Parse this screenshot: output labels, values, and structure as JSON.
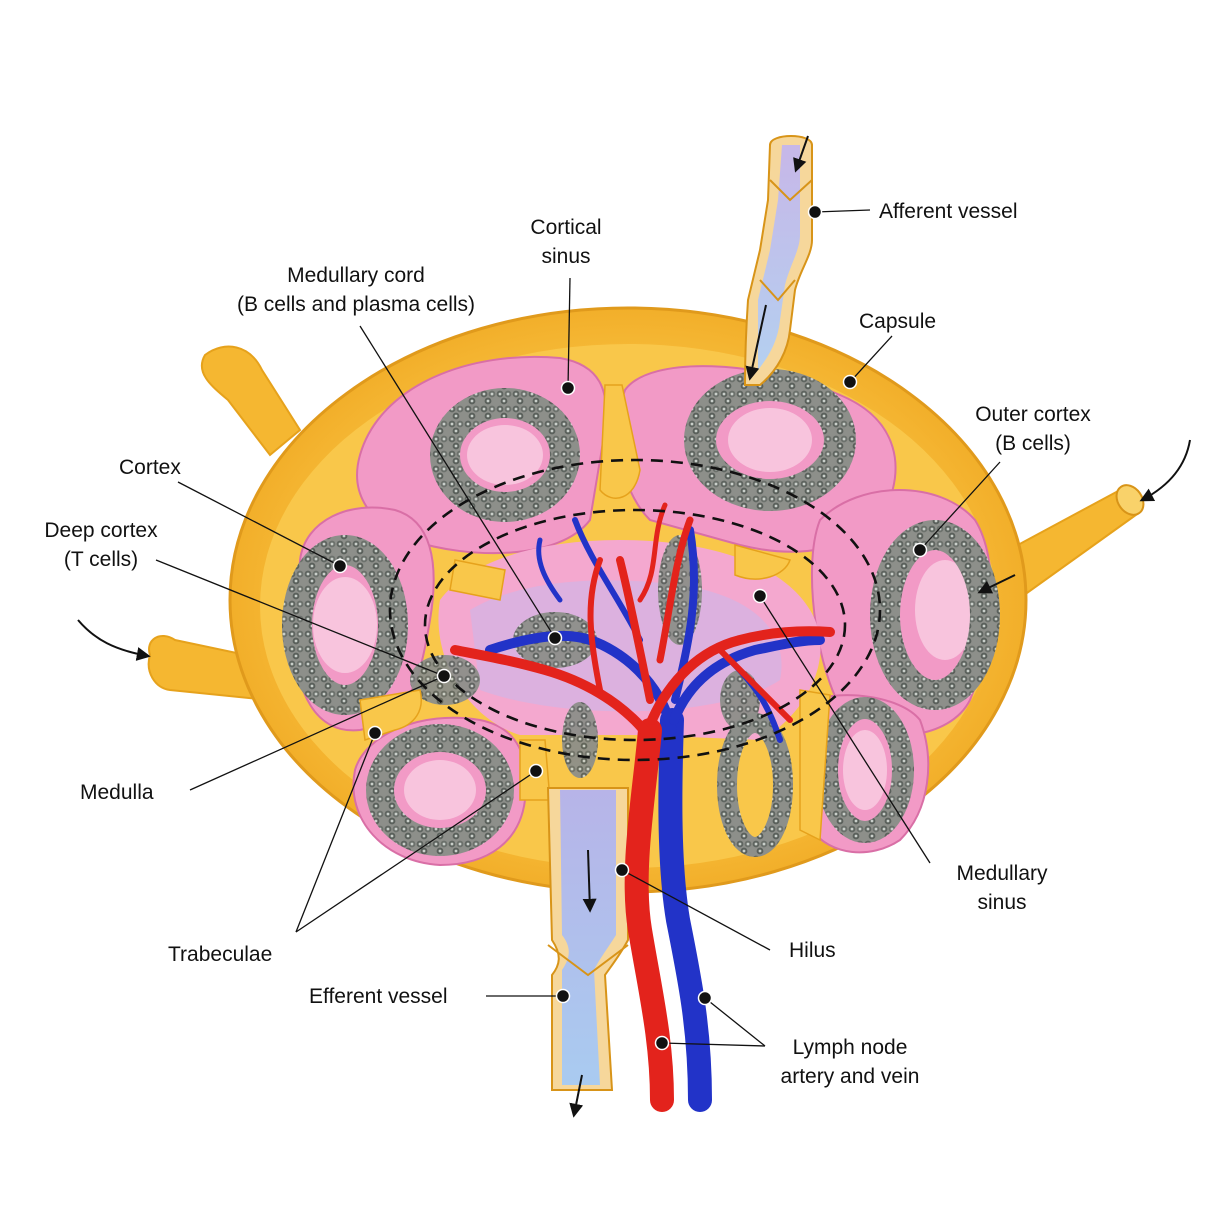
{
  "labels": {
    "afferent_vessel": "Afferent vessel",
    "cortical_sinus": [
      "Cortical",
      "sinus"
    ],
    "medullary_cord": [
      "Medullary cord",
      "(B cells and plasma cells)"
    ],
    "capsule": "Capsule",
    "outer_cortex": [
      "Outer cortex",
      "(B cells)"
    ],
    "cortex": "Cortex",
    "deep_cortex": [
      "Deep cortex",
      "(T cells)"
    ],
    "medulla": "Medulla",
    "medullary_sinus": [
      "Medullary",
      "sinus"
    ],
    "trabeculae": "Trabeculae",
    "hilus": "Hilus",
    "efferent_vessel": "Efferent vessel",
    "lymph_node_vessels": [
      "Lymph node",
      "artery and vein"
    ]
  },
  "colors": {
    "capsule": "#f5b731",
    "capsule_light": "#ffd56a",
    "cortex_tissue": "#f29ac6",
    "cortex_light": "#f8c4dd",
    "medulla_tint": "#b9b6ee",
    "cells": "#7f8680",
    "artery": "#e3231c",
    "vein": "#2233c8",
    "lymph": "#bcd3ef"
  }
}
